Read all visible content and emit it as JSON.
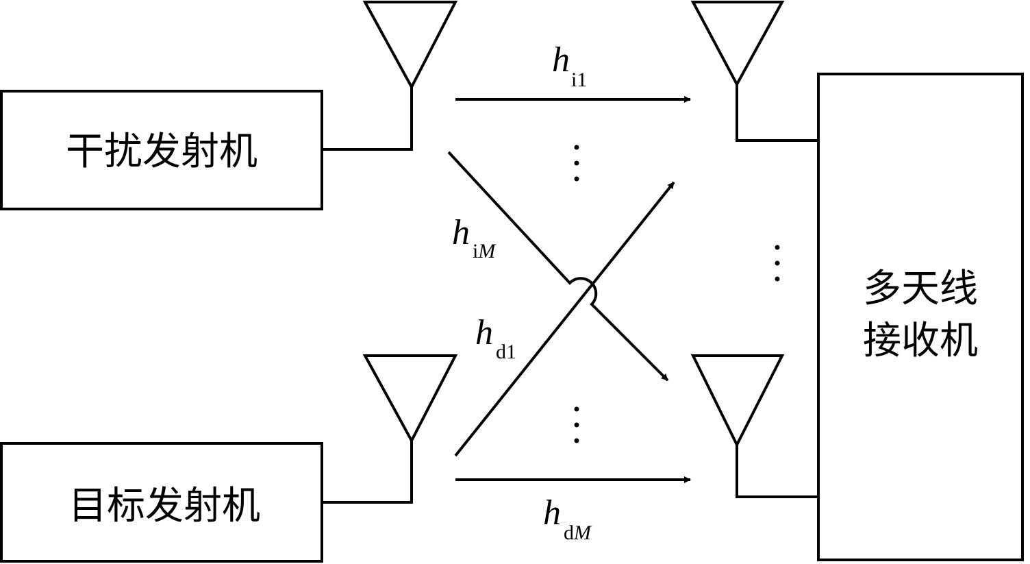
{
  "interference_tx": {
    "label": "干扰发射机"
  },
  "target_tx": {
    "label": "目标发射机"
  },
  "receiver": {
    "line1": "多天线",
    "line2": "接收机"
  },
  "channels": {
    "h_i1": {
      "symbol": "h",
      "sub": "i1"
    },
    "h_iM": {
      "symbol": "h",
      "sub_plain": "i",
      "sub_italic": "M"
    },
    "h_d1": {
      "symbol": "h",
      "sub": "d1"
    },
    "h_dM": {
      "symbol": "h",
      "sub_plain": "d",
      "sub_italic": "M"
    }
  }
}
